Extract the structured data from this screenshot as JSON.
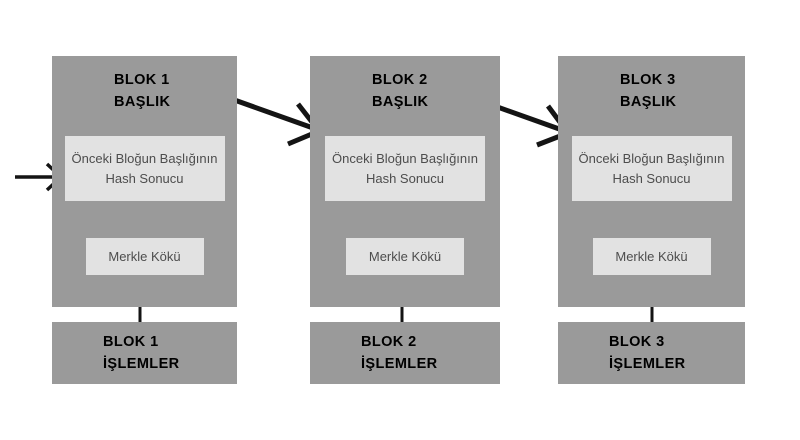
{
  "blocks": [
    {
      "header": [
        "BLOK 1",
        "BAŞLIK"
      ],
      "hash": [
        "Önceki Bloğun Başlığının",
        "Hash Sonucu"
      ],
      "merkle": "Merkle Kökü",
      "tx": [
        "BLOK 1",
        "İŞLEMLER"
      ]
    },
    {
      "header": [
        "BLOK 2",
        "BAŞLIK"
      ],
      "hash": [
        "Önceki Bloğun Başlığının",
        "Hash Sonucu"
      ],
      "merkle": "Merkle Kökü",
      "tx": [
        "BLOK 2",
        "İŞLEMLER"
      ]
    },
    {
      "header": [
        "BLOK 3",
        "BAŞLIK"
      ],
      "hash": [
        "Önceki Bloğun Başlığının",
        "Hash Sonucu"
      ],
      "merkle": "Merkle Kökü",
      "tx": [
        "BLOK 3",
        "İŞLEMLER"
      ]
    }
  ],
  "colors": {
    "block_fill": "#9a9a9a",
    "inner_box_fill": "#e2e2e2",
    "heading_text": "#000000",
    "box_text": "#4d4d4d",
    "arrow": "#141414",
    "background": "#ffffff"
  }
}
